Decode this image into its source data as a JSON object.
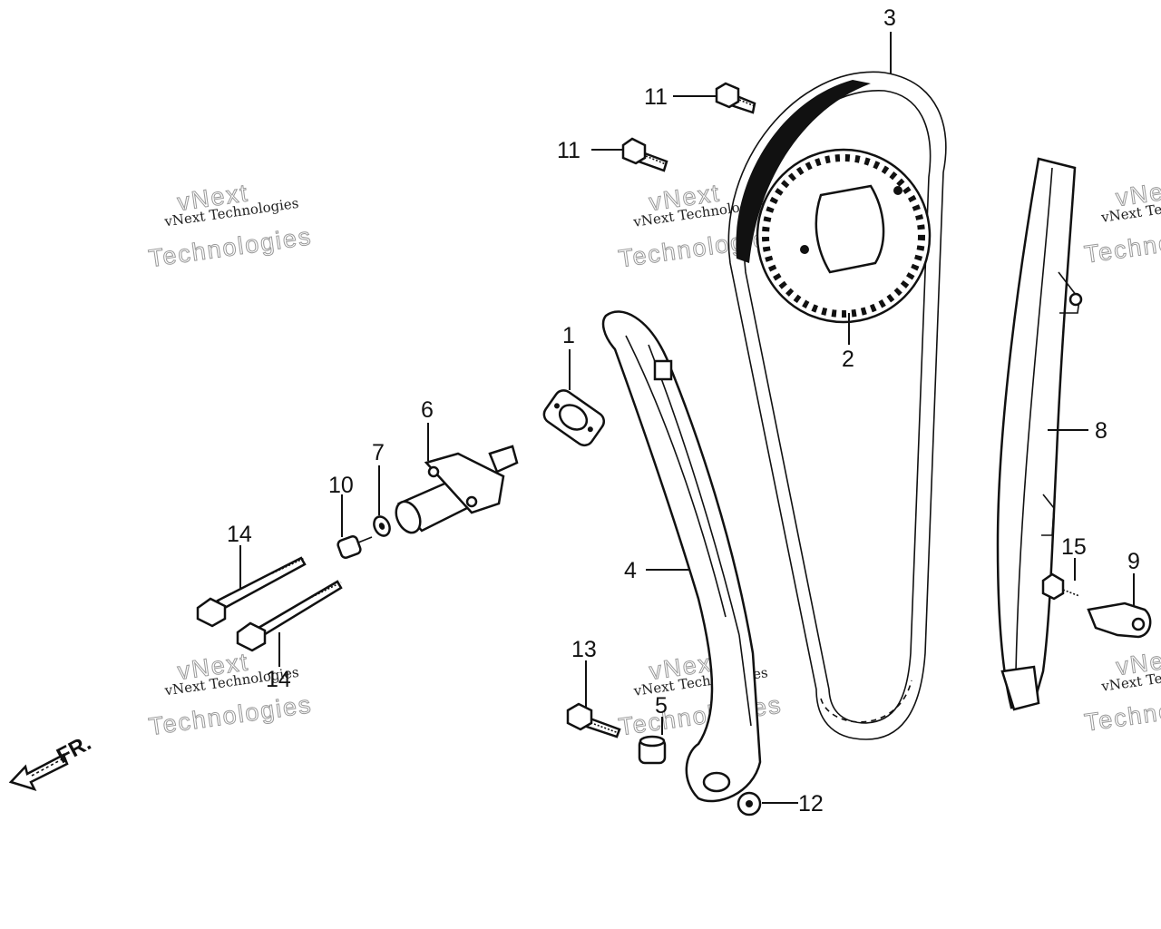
{
  "callouts": [
    {
      "id": "c1",
      "text": "1"
    },
    {
      "id": "c2",
      "text": "2"
    },
    {
      "id": "c3",
      "text": "3"
    },
    {
      "id": "c4",
      "text": "4"
    },
    {
      "id": "c5",
      "text": "5"
    },
    {
      "id": "c6",
      "text": "6"
    },
    {
      "id": "c7",
      "text": "7"
    },
    {
      "id": "c8",
      "text": "8"
    },
    {
      "id": "c9",
      "text": "9"
    },
    {
      "id": "c10",
      "text": "10"
    },
    {
      "id": "c11a",
      "text": "11"
    },
    {
      "id": "c11b",
      "text": "11"
    },
    {
      "id": "c12",
      "text": "12"
    },
    {
      "id": "c13",
      "text": "13"
    },
    {
      "id": "c14a",
      "text": "14"
    },
    {
      "id": "c14b",
      "text": "14"
    },
    {
      "id": "c15",
      "text": "15"
    }
  ],
  "front_marker": "FR.",
  "watermark": {
    "line_small": "vNext Technologies",
    "line_big_a": "vNext",
    "line_big_b": "Technologies"
  },
  "colors": {
    "ink": "#111111",
    "watermark": "#999999",
    "background": "#ffffff"
  }
}
